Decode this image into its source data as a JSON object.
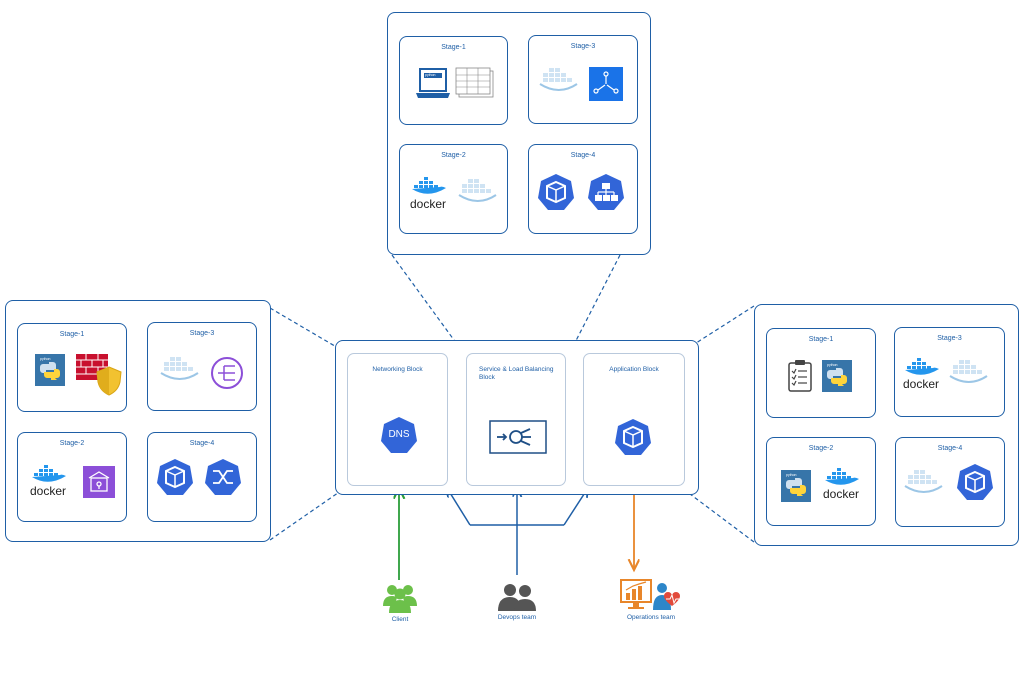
{
  "colors": {
    "frame": "#1f5fa6",
    "client_arrow": "#2a9d3a",
    "devops_arrow": "#1f5fa6",
    "operations_arrow": "#e8862a",
    "k8s_blue": "#3265d8",
    "python_blue": "#3775a9",
    "firewall_red": "#c8102e",
    "shield_yellow": "#f2c230",
    "purple": "#8c4fd8"
  },
  "center": {
    "networking_block": "Networking Block",
    "service_block": "Service & Load Balancing Block",
    "application_block": "Application Block",
    "dns_text": "DNS"
  },
  "top_panel": {
    "stage1": "Stage-1",
    "stage2": "Stage-2",
    "stage3": "Stage-3",
    "stage4": "Stage-4",
    "laptop_text": "python",
    "docker_text": "docker"
  },
  "left_panel": {
    "stage1": "Stage-1",
    "stage2": "Stage-2",
    "stage3": "Stage-3",
    "stage4": "Stage-4",
    "python_text": "python",
    "docker_text": "docker"
  },
  "right_panel": {
    "stage1": "Stage-1",
    "stage2": "Stage-2",
    "stage3": "Stage-3",
    "stage4": "Stage-4",
    "python_text": "python",
    "docker_text": "docker"
  },
  "actors": {
    "client": "Client",
    "devops": "Devops team",
    "operations": "Operations team"
  },
  "icon_names": [
    "python-icon",
    "firewall-icon",
    "shield-icon",
    "docker-icon",
    "helm-icon",
    "kubernetes-pod-icon",
    "kubernetes-service-icon",
    "load-balancer-icon",
    "dns-icon",
    "laptop-icon",
    "table-icon",
    "registry-icon",
    "checklist-icon",
    "user-group-icon",
    "monitoring-icon"
  ]
}
